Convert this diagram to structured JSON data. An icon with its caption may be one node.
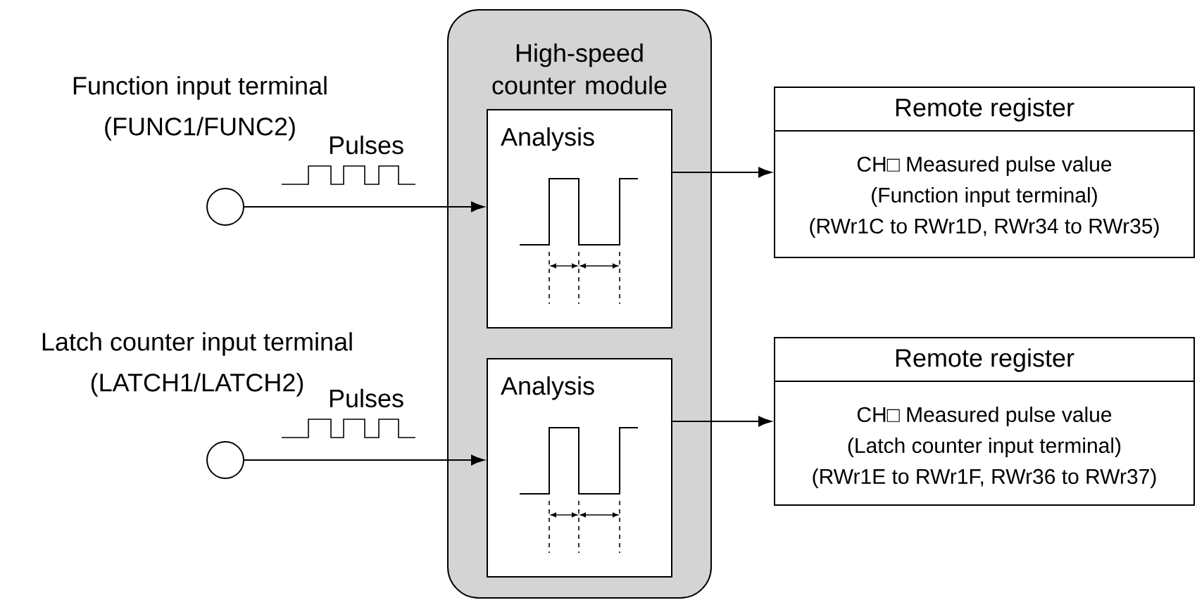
{
  "diagram": {
    "nodes": [
      {
        "text": [
          "High-speed counter module"
        ]
      },
      {
        "text": [
          "Analysis"
        ],
        "in": 0
      },
      {
        "text": [
          "Analysis"
        ],
        "in": 0
      },
      {
        "text": [],
        "shape": "circle",
        "beside": [
          "Function input terminal (FUNC1/FUNC2)"
        ]
      },
      {
        "text": [],
        "shape": "circle",
        "beside": [
          "Latch counter input terminal (LATCH1/LATCH2)"
        ]
      },
      {
        "text": [
          "Remote register",
          "CH□ Measured pulse value",
          "(Function input terminal)",
          "(RWr1C to RWr1D, RWr34 to RWr35)"
        ]
      },
      {
        "text": [
          "Remote register",
          "CH□ Measured pulse value",
          "(Latch counter input terminal)",
          "(RWr1E to RWr1F, RWr36 to RWr37)"
        ]
      }
    ],
    "edges": [
      {
        "from": 3,
        "to": 1,
        "arrow": "to",
        "label": "Pulses"
      },
      {
        "from": 4,
        "to": 2,
        "arrow": "to",
        "label": "Pulses"
      },
      {
        "from": 1,
        "to": 5,
        "arrow": "to"
      },
      {
        "from": 2,
        "to": 6,
        "arrow": "to"
      }
    ]
  }
}
